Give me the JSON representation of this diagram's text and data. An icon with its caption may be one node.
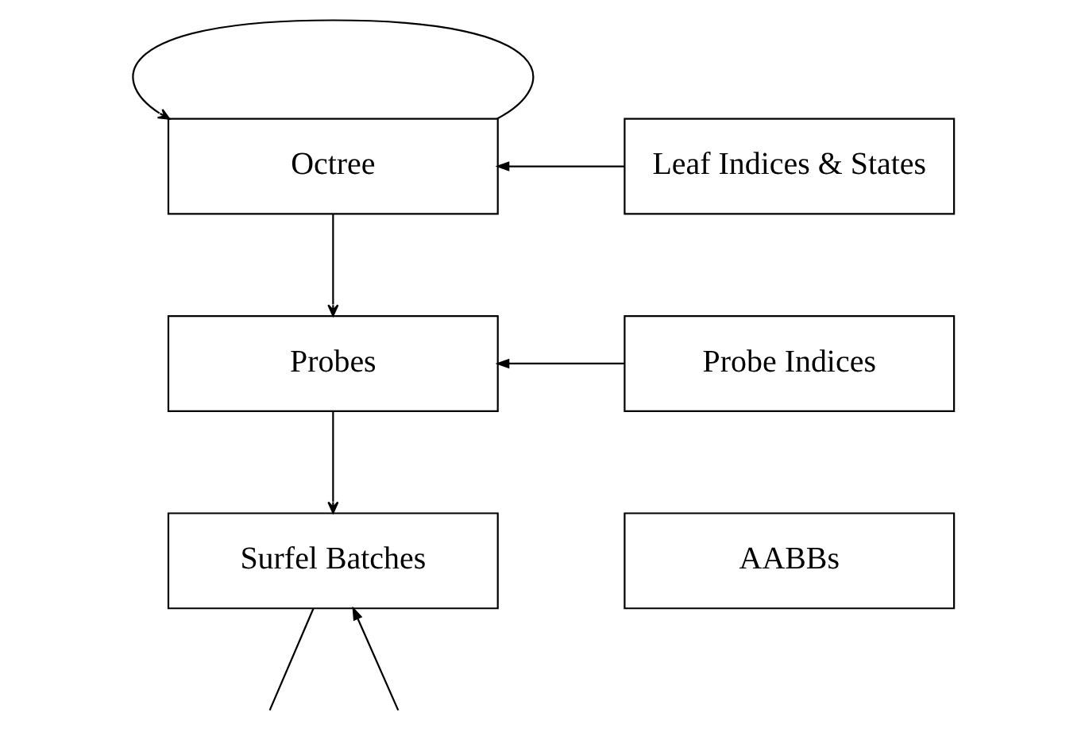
{
  "diagram": {
    "nodes": [
      {
        "text": [
          "Octree"
        ]
      },
      {
        "text": [
          "Leaf Indices & States"
        ]
      },
      {
        "text": [
          "Probes"
        ]
      },
      {
        "text": [
          "Probe Indices"
        ]
      },
      {
        "text": [
          "Surfel Batches"
        ]
      },
      {
        "text": [
          "AABBs"
        ]
      }
    ],
    "edges": [
      {
        "from": 0,
        "to": 0,
        "arrow": "to"
      },
      {
        "from": 1,
        "to": 0,
        "arrow": "to"
      },
      {
        "from": 0,
        "to": 2,
        "arrow": "to"
      },
      {
        "from": 3,
        "to": 2,
        "arrow": "to"
      },
      {
        "from": 2,
        "to": 4,
        "arrow": "to"
      },
      {
        "from": 4,
        "to": null,
        "arrow": "none"
      },
      {
        "from": null,
        "to": 4,
        "arrow": "to"
      }
    ]
  }
}
